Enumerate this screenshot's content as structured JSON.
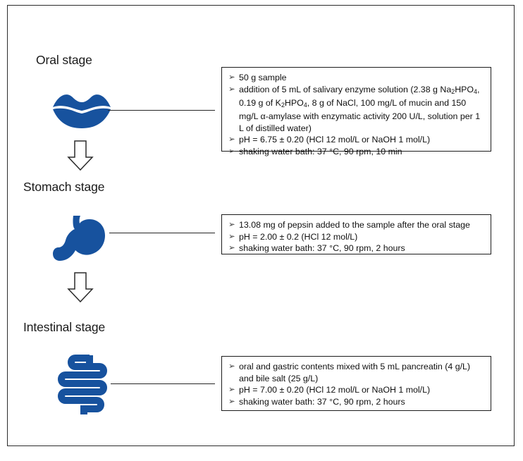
{
  "diagram": {
    "title_hidden": "In vitro digestion protocol flow diagram",
    "accent_color": "#17529E",
    "line_color": "#262626",
    "frame_color": "#2b2b2b",
    "bullet_glyph": "➢",
    "flow_arrow_name": "down-arrow"
  },
  "stages": [
    {
      "id": "oral",
      "label": "Oral stage",
      "icon": "lips-icon",
      "bullets": [
        "50 g sample",
        "addition of 5 mL of salivary enzyme solution (2.38 g Na2HPO4, 0.19 g of K2HPO4, 8 g of NaCl, 100 mg/L of mucin and 150 mg/L α-amylase with enzymatic activity 200 U/L, solution per 1 L of distilled water)",
        "pH = 6.75 ± 0.20 (HCl 12 mol/L or NaOH 1 mol/L)",
        "shaking water bath: 37 °C, 90 rpm, 10 min"
      ]
    },
    {
      "id": "stomach",
      "label": "Stomach stage",
      "icon": "stomach-icon",
      "bullets": [
        "13.08 mg of pepsin added to the sample after the oral stage",
        "pH = 2.00 ± 0.2 (HCl 12 mol/L)",
        "shaking water bath: 37 °C, 90 rpm, 2 hours"
      ]
    },
    {
      "id": "intestinal",
      "label": "Intestinal stage",
      "icon": "intestine-icon",
      "bullets": [
        "oral and gastric contents mixed with 5 mL pancreatin (4 g/L) and bile salt (25 g/L)",
        "pH = 7.00 ± 0.20 (HCl 12 mol/L or NaOH 1 mol/L)",
        "shaking water bath: 37 °C, 90 rpm, 2 hours"
      ]
    }
  ]
}
